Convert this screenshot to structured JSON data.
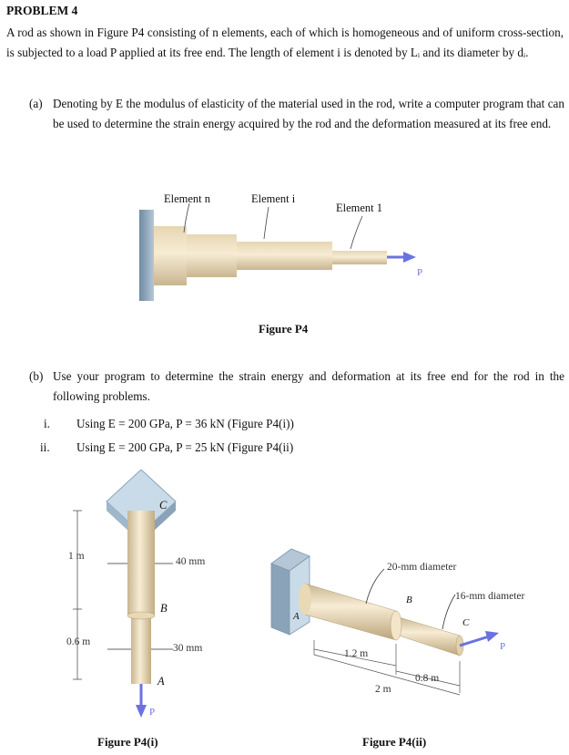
{
  "problem_title": "PROBLEM 4",
  "intro": "A rod as shown in Figure P4 consisting of n elements, each of which is homogeneous and of uniform cross-section, is subjected to a load P applied at its free end. The length of element i is denoted by Lᵢ and its diameter by dᵢ.",
  "part_a": {
    "marker": "(a)",
    "text": "Denoting by E the modulus of elasticity of the material used in the rod, write a computer program that can be used to determine the strain energy acquired by the rod and the deformation measured at its free end."
  },
  "figure_p4": {
    "label_n": "Element n",
    "label_i": "Element i",
    "label_1": "Element 1",
    "load": "P",
    "caption": "Figure P4"
  },
  "part_b": {
    "marker": "(b)",
    "text": "Use your program to determine the strain energy and deformation at its free end for the rod in the following problems."
  },
  "cases": [
    {
      "marker": "i.",
      "text": "Using E = 200 GPa, P = 36 kN (Figure P4(i))"
    },
    {
      "marker": "ii.",
      "text": "Using E = 200 GPa, P = 25 kN (Figure P4(ii)"
    }
  ],
  "figure_p4i": {
    "point_c": "C",
    "point_b": "B",
    "point_a": "A",
    "len_top": "1 m",
    "len_bottom": "0.6 m",
    "dia_top": "40 mm",
    "dia_bottom": "30 mm",
    "load": "P",
    "caption": "Figure P4(i)"
  },
  "figure_p4ii": {
    "point_a": "A",
    "point_b": "B",
    "point_c": "C",
    "dia_large": "20-mm diameter",
    "dia_small": "16-mm diameter",
    "len_ab": "1.2 m",
    "len_bc": "0.8 m",
    "len_total": "2 m",
    "load": "P",
    "caption": "Figure P4(ii)"
  },
  "colors": {
    "rod": "#f2e3c2",
    "rod_shade": "#c8b58c",
    "wall": "#8fa8bd",
    "arrow": "#6b72e0"
  }
}
